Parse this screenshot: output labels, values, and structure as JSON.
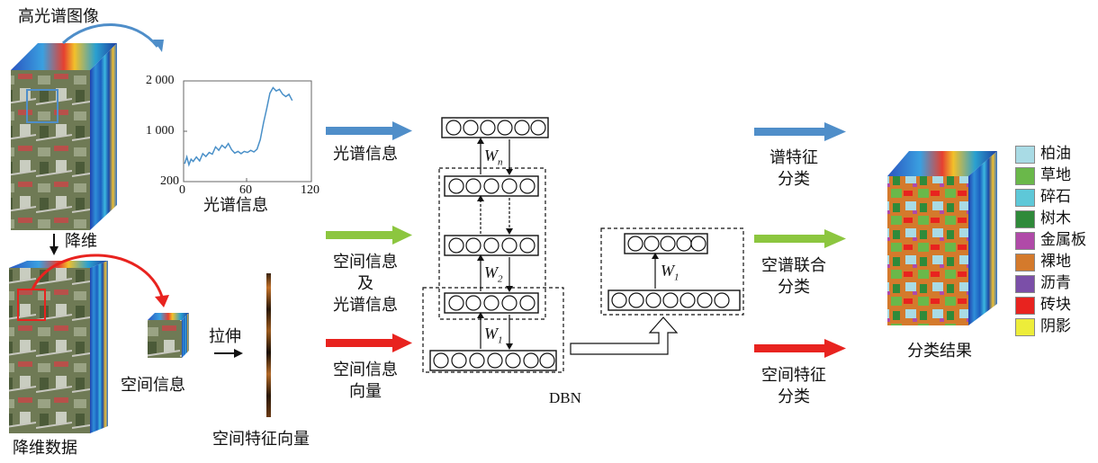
{
  "labels": {
    "hyperspectral_image": "高光谱图像",
    "dim_reduction": "降维",
    "reduced_data": "降维数据",
    "spectral_info_caption": "光谱信息",
    "spatial_info_patch": "空间信息",
    "stretch": "拉伸",
    "spatial_feature_vector": "空间特征向量",
    "dbn": "DBN",
    "classification_result": "分类结果"
  },
  "inputs": {
    "spectral": "光谱信息",
    "joint_line1": "空间信息",
    "joint_line2": "及",
    "joint_line3": "光谱信息",
    "spatial_line1": "空间信息",
    "spatial_line2": "向量"
  },
  "outputs": {
    "spectral_line1": "谱特征",
    "spectral_line2": "分类",
    "joint_line1": "空谱联合",
    "joint_line2": "分类",
    "spatial_line1": "空间特征",
    "spatial_line2": "分类"
  },
  "weights": {
    "wn": "W",
    "wn_sub": "n",
    "w2": "W",
    "w2_sub": "2",
    "w1": "W",
    "w1_sub": "1",
    "w1b": "W",
    "w1b_sub": "1"
  },
  "spectrum_plot": {
    "y_ticks": [
      "2 000",
      "1 000",
      "200"
    ],
    "x_ticks": [
      "0",
      "60",
      "120"
    ],
    "xlim": [
      0,
      120
    ],
    "ylim": [
      200,
      2000
    ],
    "points": [
      [
        1,
        520
      ],
      [
        3,
        640
      ],
      [
        5,
        500
      ],
      [
        7,
        600
      ],
      [
        9,
        560
      ],
      [
        12,
        640
      ],
      [
        15,
        570
      ],
      [
        18,
        700
      ],
      [
        21,
        650
      ],
      [
        24,
        720
      ],
      [
        27,
        690
      ],
      [
        30,
        820
      ],
      [
        33,
        760
      ],
      [
        36,
        850
      ],
      [
        39,
        800
      ],
      [
        42,
        880
      ],
      [
        45,
        770
      ],
      [
        48,
        710
      ],
      [
        51,
        740
      ],
      [
        54,
        700
      ],
      [
        57,
        740
      ],
      [
        60,
        720
      ],
      [
        63,
        760
      ],
      [
        66,
        730
      ],
      [
        69,
        780
      ],
      [
        72,
        950
      ],
      [
        75,
        1250
      ],
      [
        78,
        1500
      ],
      [
        81,
        1780
      ],
      [
        84,
        1880
      ],
      [
        87,
        1820
      ],
      [
        90,
        1850
      ],
      [
        93,
        1760
      ],
      [
        96,
        1720
      ],
      [
        99,
        1760
      ],
      [
        102,
        1650
      ]
    ],
    "line_color": "#4a90c8"
  },
  "colors": {
    "blue_arrow": "#4f8ec9",
    "green_arrow": "#8cc63f",
    "red_arrow": "#e8231f"
  },
  "legend": [
    {
      "label": "柏油",
      "color": "#a9dbe5"
    },
    {
      "label": "草地",
      "color": "#6ab84a"
    },
    {
      "label": "碎石",
      "color": "#5ec8d8"
    },
    {
      "label": "树木",
      "color": "#2f8a3a"
    },
    {
      "label": "金属板",
      "color": "#b04aa8"
    },
    {
      "label": "裸地",
      "color": "#d47a2c"
    },
    {
      "label": "沥青",
      "color": "#7b4fa8"
    },
    {
      "label": "砖块",
      "color": "#e8231f"
    },
    {
      "label": "阴影",
      "color": "#eded3a"
    }
  ]
}
